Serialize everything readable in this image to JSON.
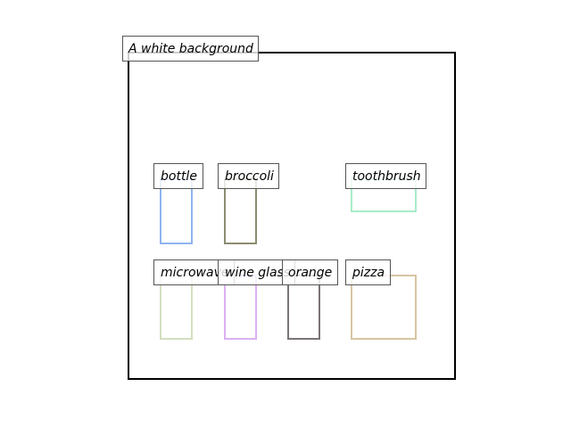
{
  "background_caption": "A white background",
  "frame_color": "#000000",
  "objects": [
    {
      "label": "bottle",
      "color": "#8fb4ee"
    },
    {
      "label": "broccoli",
      "color": "#8c8c70"
    },
    {
      "label": "toothbrush",
      "color": "#a8ecc8"
    },
    {
      "label": "microwave",
      "color": "#d3dfc0"
    },
    {
      "label": "wine glass",
      "color": "#dab0f2"
    },
    {
      "label": "orange",
      "color": "#7a7478"
    },
    {
      "label": "pizza",
      "color": "#d6c4a2"
    }
  ]
}
